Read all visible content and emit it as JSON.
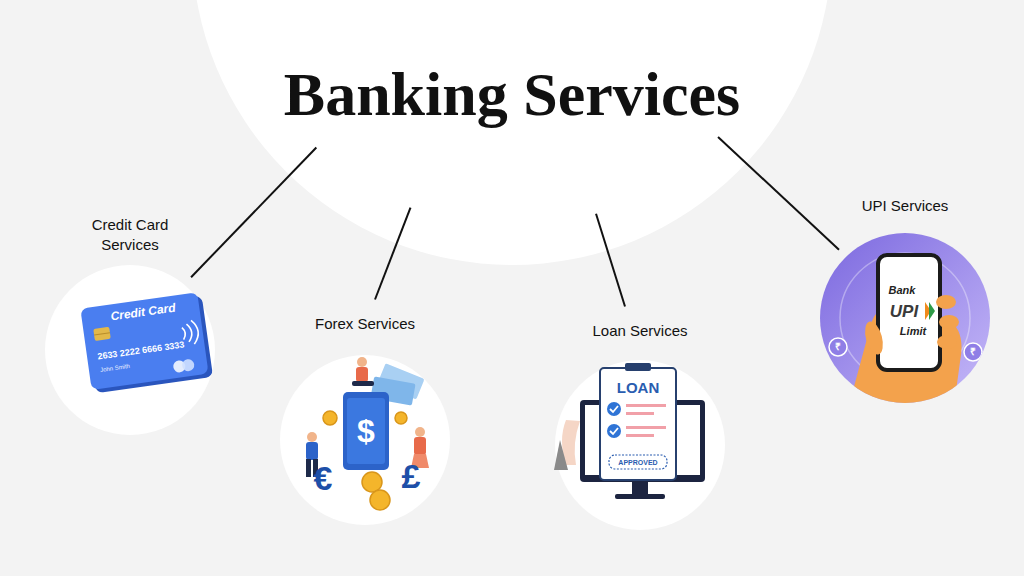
{
  "diagram": {
    "nodes": [
      {
        "text": [
          "Banking Services"
        ]
      },
      {
        "text": [
          "Credit Card Services"
        ]
      },
      {
        "text": [
          "Forex Services"
        ]
      },
      {
        "text": [
          "Loan Services"
        ]
      },
      {
        "text": [
          "UPI Services"
        ]
      }
    ],
    "edges": [
      {
        "from": 0,
        "to": 1,
        "arrow": "none"
      },
      {
        "from": 0,
        "to": 2,
        "arrow": "none"
      },
      {
        "from": 0,
        "to": 3,
        "arrow": "none"
      },
      {
        "from": 0,
        "to": 4,
        "arrow": "none"
      }
    ],
    "labels": [
      "Credit Card",
      "2633 2222 6666 3333",
      "John Smith",
      "$",
      "€",
      "£",
      "LOAN",
      "APPROVED",
      "Bank",
      "UPI",
      "Limit",
      "₹",
      "₹"
    ]
  }
}
